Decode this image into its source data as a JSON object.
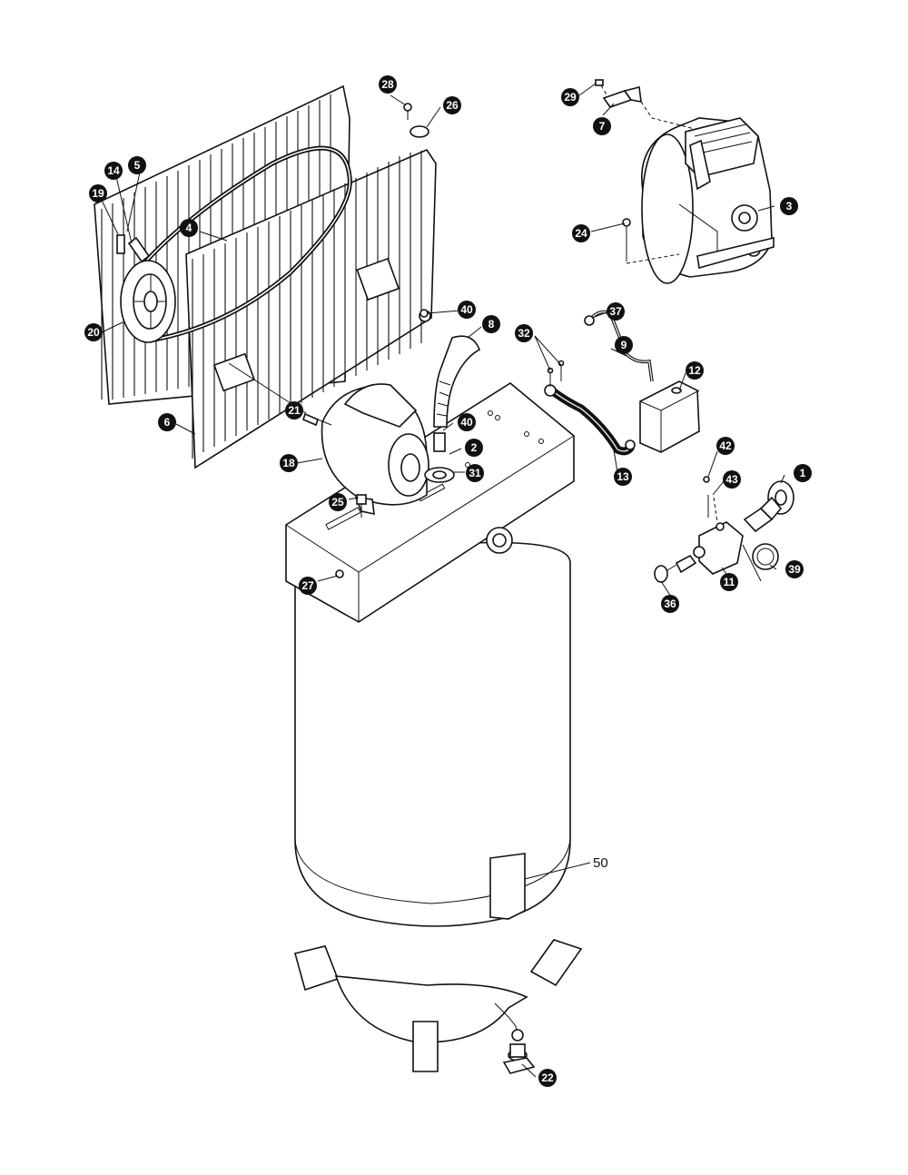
{
  "callouts": {
    "c1": "1",
    "c2": "2",
    "c3": "3",
    "c4": "4",
    "c5": "5",
    "c6": "6",
    "c7": "7",
    "c8": "8",
    "c9": "9",
    "c11": "11",
    "c12": "12",
    "c13": "13",
    "c14": "14",
    "c18": "18",
    "c19": "19",
    "c20": "20",
    "c21": "21",
    "c22": "22",
    "c24": "24",
    "c25": "25",
    "c26": "26",
    "c27": "27",
    "c28": "28",
    "c29": "29",
    "c31": "31",
    "c32": "32",
    "c36": "36",
    "c37": "37",
    "c39": "39",
    "c40a": "40",
    "c40b": "40",
    "c42": "42",
    "c43": "43"
  },
  "label_50": "50"
}
